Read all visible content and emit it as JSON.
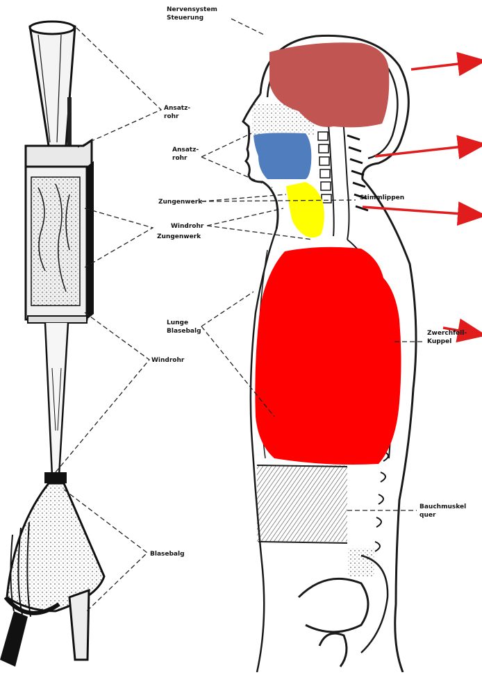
{
  "labels": {
    "nervensystem_1": "Nervensystem",
    "nervensystem_2": "Steuerung",
    "ansatzrohr_pipe_1": "Ansatz-",
    "ansatzrohr_pipe_2": "rohr",
    "ansatzrohr_body_1": "Ansatz-",
    "ansatzrohr_body_2": "rohr",
    "zungenwerk_body": "Zungenwerk",
    "stimmlippen": "Stimmlippen",
    "windrohr_body": "Windrohr",
    "zungenwerk_pipe": "Zungenwerk",
    "lunge_1": "Lunge",
    "lunge_2": "Blasebalg",
    "zwerchfell_1": "Zwerchfell-",
    "zwerchfell_2": "Kuppel",
    "windrohr_pipe": "Windrohr",
    "bauchmuskel_1": "Bauchmuskel",
    "bauchmuskel_2": "quer",
    "blasebalg_pipe": "Blasebalg"
  },
  "colors": {
    "brain_region": "#c05552",
    "mouth_region": "#4f7dbd",
    "larynx_region": "#ffff00",
    "lung_region": "#ff0000",
    "arrows": "#e01c1c",
    "line_art": "#1a1a1a"
  }
}
